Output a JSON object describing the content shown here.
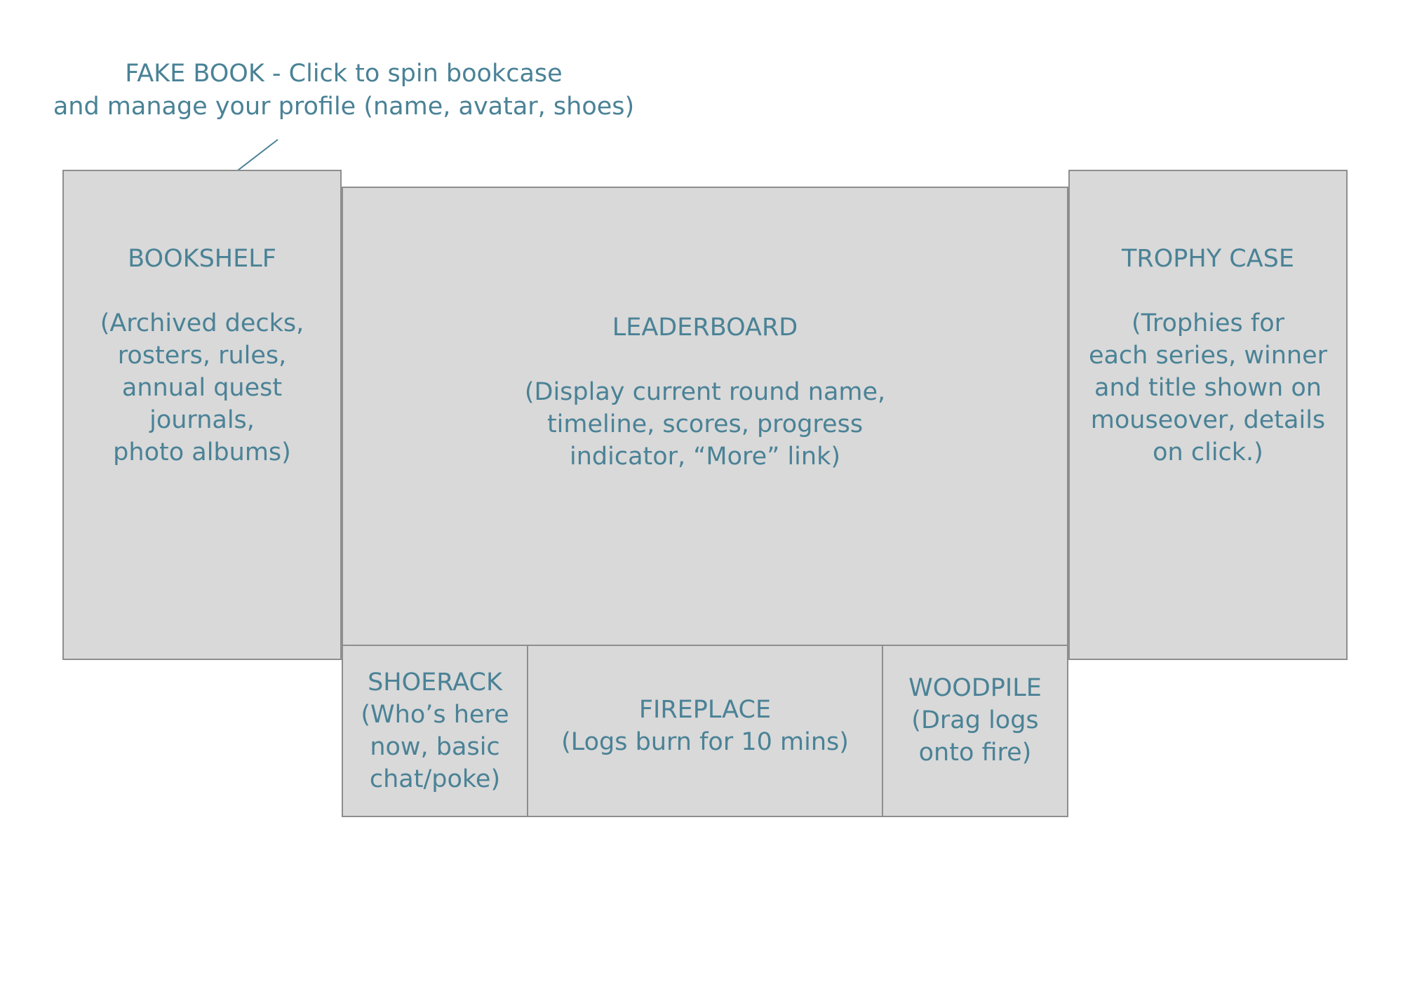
{
  "annotation": {
    "line1": "FAKE BOOK - Click to spin bookcase",
    "line2": "and manage your profile (name, avatar, shoes)"
  },
  "bookshelf": {
    "title": "BOOKSHELF",
    "desc": "(Archived decks,\nrosters, rules,\nannual quest\njournals,\nphoto albums)"
  },
  "leaderboard": {
    "title": "LEADERBOARD",
    "desc": "(Display current round name,\ntimeline, scores, progress\nindicator, “More” link)"
  },
  "trophy_case": {
    "title": "TROPHY CASE",
    "desc": "(Trophies for\neach series, winner\nand title shown on\nmouseover, details\non click.)"
  },
  "shoerack": {
    "title": "SHOERACK",
    "desc": "(Who’s here\nnow, basic\nchat/poke)"
  },
  "fireplace": {
    "title": "FIREPLACE",
    "desc": "(Logs burn for 10 mins)"
  },
  "woodpile": {
    "title": "WOODPILE",
    "desc": "(Drag logs\nonto fire)"
  },
  "colors": {
    "text": "#4a8296",
    "box_fill": "#d9d9d9",
    "box_border": "#8e8e8e"
  }
}
